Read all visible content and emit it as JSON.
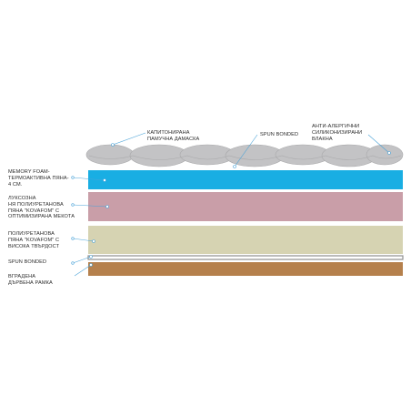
{
  "colors": {
    "quilted_top": "#c3c3c5",
    "memory_foam": "#19aee3",
    "kovafom_soft": "#c99ea8",
    "kovafom_firm": "#d6d3b2",
    "spun_bonded_strip": "#8f8f8f",
    "wood_frame": "#b5804c",
    "leader_line": "#4aa3d8"
  },
  "labels": {
    "cotton_damask": [
      "КАПИТОНИРАНА",
      "ПАМУЧНА ДАМАСКА"
    ],
    "spun_bonded_top": [
      "SPUN BONDED"
    ],
    "silicone_fibers": [
      "АНТИ-АЛЕРГИЧНИ",
      "СИЛИКОНИЗИРАНИ",
      "ВЛАКНА"
    ],
    "memory_foam": [
      "MEMORY FOAM-",
      "ТЕРМОАКТИВНА ПЯНА-",
      "4 СМ."
    ],
    "kovafom_soft": [
      "ЛУКСОЗНА",
      "НЯ ПОЛИУРЕТАНОВА",
      "ПЯНА \"KOVAFOM\" С",
      "ОПТИМИЗИРАНА МЕКОТА"
    ],
    "kovafom_firm": [
      "ПОЛИУРЕТАНОВА",
      "ПЯНА \"KOVAFOM\" С",
      "ВИСОКА ТВЪРДОСТ"
    ],
    "spun_bonded_bottom": [
      "SPUN BONDED"
    ],
    "wood_frame": [
      "ВГРАДЕНА",
      "ДЪРВЕНА РАМКА"
    ]
  }
}
